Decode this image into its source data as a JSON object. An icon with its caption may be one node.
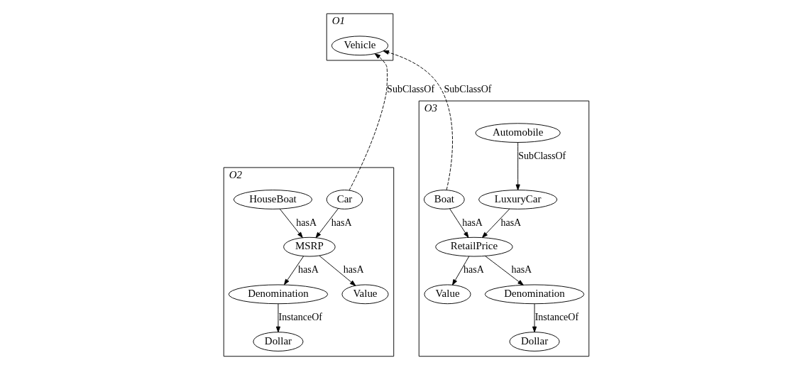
{
  "diagram": {
    "nodes": [
      {
        "text": [
          "O1"
        ]
      },
      {
        "text": [
          "Vehicle"
        ],
        "in": 0
      },
      {
        "text": [
          "O2"
        ]
      },
      {
        "text": [
          "Car"
        ],
        "in": 2
      },
      {
        "text": [
          "HouseBoat"
        ],
        "in": 2
      },
      {
        "text": [
          "MSRP"
        ],
        "in": 2
      },
      {
        "text": [
          "Denomination"
        ],
        "in": 2
      },
      {
        "text": [
          "Value"
        ],
        "in": 2
      },
      {
        "text": [
          "Dollar"
        ],
        "in": 2
      },
      {
        "text": [
          "O3"
        ]
      },
      {
        "text": [
          "Boat"
        ],
        "in": 9
      },
      {
        "text": [
          "Automobile"
        ],
        "in": 9
      },
      {
        "text": [
          "LuxuryCar"
        ],
        "in": 9
      },
      {
        "text": [
          "RetailPrice"
        ],
        "in": 9
      },
      {
        "text": [
          "Value"
        ],
        "in": 9
      },
      {
        "text": [
          "Denomination"
        ],
        "in": 9
      },
      {
        "text": [
          "Dollar"
        ],
        "in": 9
      }
    ],
    "edges": [
      {
        "from": 3,
        "to": 1,
        "arrow": "to",
        "label": "SubClassOf",
        "style": "dashed"
      },
      {
        "from": 10,
        "to": 1,
        "arrow": "to",
        "label": "SubClassOf",
        "style": "dashed"
      },
      {
        "from": 3,
        "to": 5,
        "arrow": "to",
        "label": "hasA"
      },
      {
        "from": 4,
        "to": 5,
        "arrow": "to",
        "label": "hasA"
      },
      {
        "from": 5,
        "to": 6,
        "arrow": "to",
        "label": "hasA"
      },
      {
        "from": 5,
        "to": 7,
        "arrow": "to",
        "label": "hasA"
      },
      {
        "from": 6,
        "to": 8,
        "arrow": "to",
        "label": "InstanceOf"
      },
      {
        "from": 10,
        "to": 13,
        "arrow": "to",
        "label": "hasA"
      },
      {
        "from": 11,
        "to": 12,
        "arrow": "to",
        "label": "SubClassOf"
      },
      {
        "from": 12,
        "to": 13,
        "arrow": "to",
        "label": "hasA"
      },
      {
        "from": 13,
        "to": 15,
        "arrow": "to",
        "label": "hasA"
      },
      {
        "from": 13,
        "to": 14,
        "arrow": "to",
        "label": "hasA"
      },
      {
        "from": 15,
        "to": 16,
        "arrow": "to",
        "label": "InstanceOf"
      }
    ]
  }
}
